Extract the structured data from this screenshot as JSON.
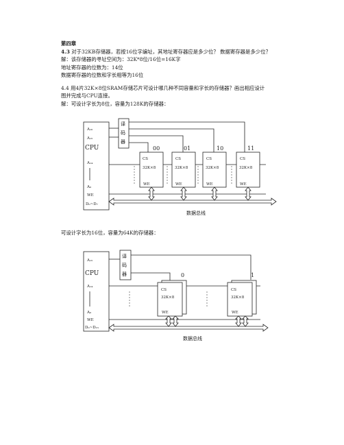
{
  "chapter_title": "第四章",
  "q43": {
    "number": "4.3",
    "question": "对于32KB存储器，若按16位字编址，其地址寄存器应是多少位？ 数据寄存器是多少位？",
    "answer_line1": "解：该存储器的寻址空间为：32K*8位/16位=16K字",
    "answer_line2": "地址寄存器的位数为：14位",
    "answer_line3": "数据寄存器的位数和字长相等为16位"
  },
  "q44": {
    "line1": "4.4 用4片32K×8位SRAM存储芯片可设计哪几种不同容量和字长的存储器？画出相应设计",
    "line2": "图并完成与CPU连接。",
    "line3": "解：可设计字长为8位，容量为128K的存储器："
  },
  "diagram1": {
    "cpu": "CPU",
    "a16": "A₁₆",
    "a15": "A₁₅",
    "a14": "A₁₄",
    "a0": "A₀",
    "we": "WE",
    "data_pins": "D₀~D₇",
    "decoder": [
      "译",
      "码",
      "器"
    ],
    "chip_labels": [
      "00",
      "01",
      "10",
      "11"
    ],
    "chip_cs": "CS",
    "chip_size": "32K×8",
    "chip_we": "WE",
    "bus": "数据总线"
  },
  "caption2": "可设计字长为16位，容量为64K的存储器：",
  "diagram2": {
    "cpu": "CPU",
    "a15": "A₁₅",
    "a14": "A₁₄",
    "a0": "A₀",
    "we": "WE",
    "data_pins": "D₀~D₁₅",
    "decoder": [
      "译",
      "码",
      "器"
    ],
    "chip_labels": [
      "0",
      "1"
    ],
    "chip_cs": "CS",
    "chip_size": "32K×8",
    "chip_we": "WE",
    "bus": "数据总线"
  }
}
